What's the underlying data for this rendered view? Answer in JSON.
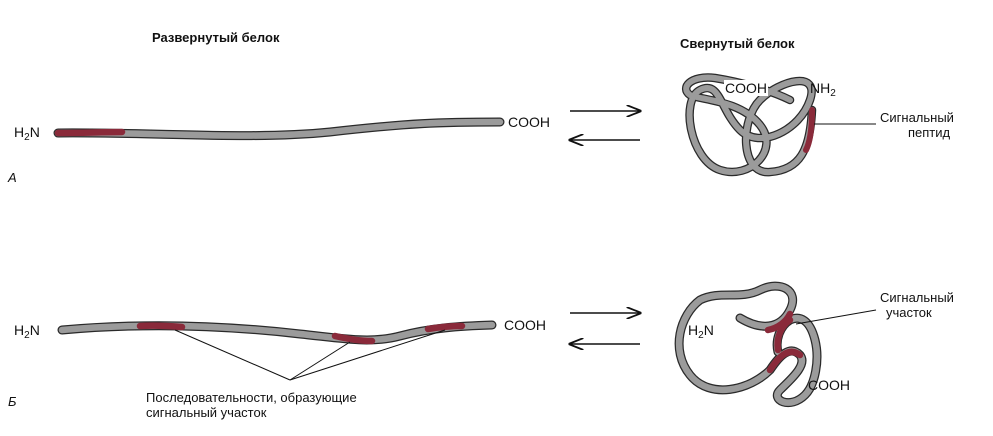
{
  "headers": {
    "unfolded": "Развернутый белок",
    "folded": "Свернутый белок"
  },
  "panel_a": {
    "letter": "А",
    "n_terminus": {
      "base": "H",
      "sub": "2",
      "rest": "N"
    },
    "c_terminus": "COOH",
    "folded_cooh": "COOH",
    "folded_nh2": {
      "base": "NH",
      "sub": "2"
    },
    "callout_line1": "Сигнальный",
    "callout_line2": "пептид"
  },
  "panel_b": {
    "letter": "Б",
    "n_terminus": {
      "base": "H",
      "sub": "2",
      "rest": "N"
    },
    "c_terminus": "COOH",
    "folded_h2n": {
      "base": "H",
      "sub": "2",
      "rest": "N"
    },
    "folded_cooh": "COOH",
    "callout_line1": "Сигнальный",
    "callout_line2": "участок",
    "caption_line1": "Последовательности, образующие",
    "caption_line2": "сигнальный участок"
  },
  "colors": {
    "chain": "#9b9b9b",
    "chain_edge": "#2a2a2a",
    "signal": "#8a2a3a",
    "signal_edge": "#3a0f16"
  }
}
